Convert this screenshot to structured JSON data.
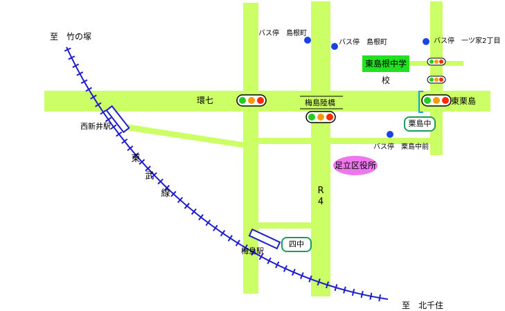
{
  "colors": {
    "road": "#ccff66",
    "railway": "#1c1ccc",
    "bus_stop": "#1a43e6",
    "school_fill": "#22e022",
    "ward_office_fill": "#ee77ee",
    "badge_border": "#1e9b58",
    "signal_red": "#ff2a00",
    "signal_orange": "#ff9900",
    "signal_green": "#22cc22"
  },
  "labels": {
    "to_takenotsuka": "至　竹の塚",
    "to_kitasenju": "至　北千住",
    "nishiarai_station": "西新井駅",
    "umejima_station": "梅島駅",
    "railway_name": [
      "東",
      "武",
      "線"
    ],
    "kannana": "環七",
    "umejima_overpass": "梅島陸橋",
    "route4": [
      "R",
      "4"
    ],
    "higashikurihara": "東栗島",
    "ward_office": "足立区役所",
    "school": "東島根中学校",
    "kurishimachu_badge": "栗島中",
    "yonchu_badge": "四中"
  },
  "bus_stops": [
    {
      "label": "バス停　島根町"
    },
    {
      "label": "バス停　島根町"
    },
    {
      "label": "バス停　一ツ家2丁目"
    },
    {
      "label": "バス停　栗島中前"
    }
  ],
  "icons": [
    "bus-stop-icon",
    "traffic-signal-icon",
    "railway-track-icon"
  ]
}
